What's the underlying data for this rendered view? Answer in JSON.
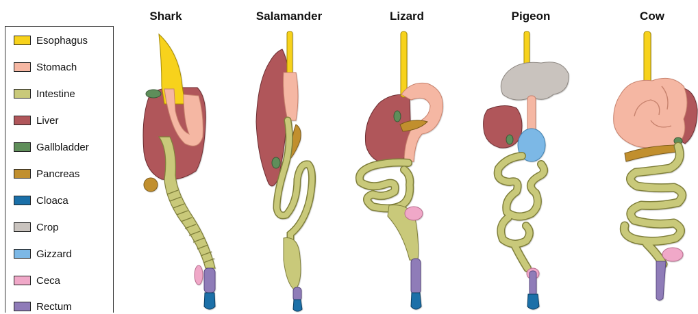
{
  "legend": {
    "items": [
      {
        "label": "Esophagus",
        "color": "#F7D21B"
      },
      {
        "label": "Stomach",
        "color": "#F5B7A3"
      },
      {
        "label": "Intestine",
        "color": "#C9C97A"
      },
      {
        "label": "Liver",
        "color": "#B0565A"
      },
      {
        "label": "Gallbladder",
        "color": "#5F8E5A"
      },
      {
        "label": "Pancreas",
        "color": "#C18F2E"
      },
      {
        "label": "Cloaca",
        "color": "#1A6FA8"
      },
      {
        "label": "Crop",
        "color": "#C9C3BE"
      },
      {
        "label": "Gizzard",
        "color": "#7CB8E6"
      },
      {
        "label": "Ceca",
        "color": "#F0A8C8"
      },
      {
        "label": "Rectum",
        "color": "#8F7BB8"
      }
    ]
  },
  "animals": [
    {
      "name": "Shark"
    },
    {
      "name": "Salamander"
    },
    {
      "name": "Lizard"
    },
    {
      "name": "Pigeon"
    },
    {
      "name": "Cow"
    }
  ]
}
